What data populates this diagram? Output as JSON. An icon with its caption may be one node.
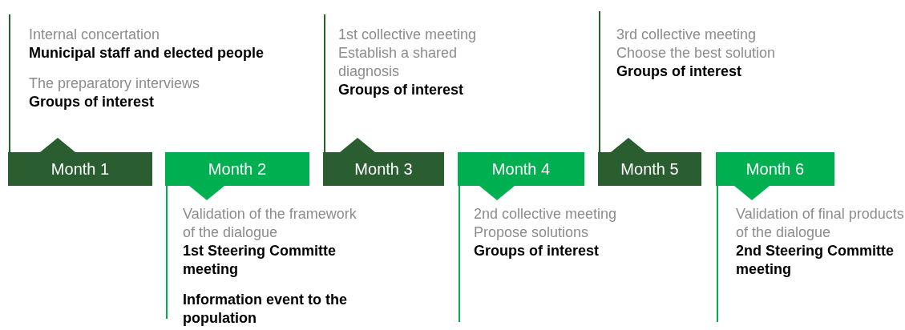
{
  "diagram": {
    "nodes": [
      {
        "text": [
          "Month 1"
        ],
        "beside": [
          "Internal concertation",
          "**Municipal staff and elected people**",
          "The preparatory interviews",
          "**Groups of interest**"
        ]
      },
      {
        "text": [
          "Month 2"
        ],
        "beside": [
          "Validation of the framework of the dialogue",
          "**1st Steering Committe meeting**",
          "**Information event to the population**"
        ]
      },
      {
        "text": [
          "Month 3"
        ],
        "beside": [
          "1st collective meeting",
          "Establish a shared diagnosis",
          "**Groups of interest**"
        ]
      },
      {
        "text": [
          "Month 4"
        ],
        "beside": [
          "2nd collective meeting",
          "Propose solutions",
          "**Groups of interest**"
        ]
      },
      {
        "text": [
          "Month 5"
        ],
        "beside": [
          "3rd collective meeting",
          "Choose the best solution",
          "**Groups of interest**"
        ]
      },
      {
        "text": [
          "Month 6"
        ],
        "beside": [
          "Validation of final products of the dialogue",
          "**2nd Steering Committe meeting**"
        ]
      }
    ]
  }
}
